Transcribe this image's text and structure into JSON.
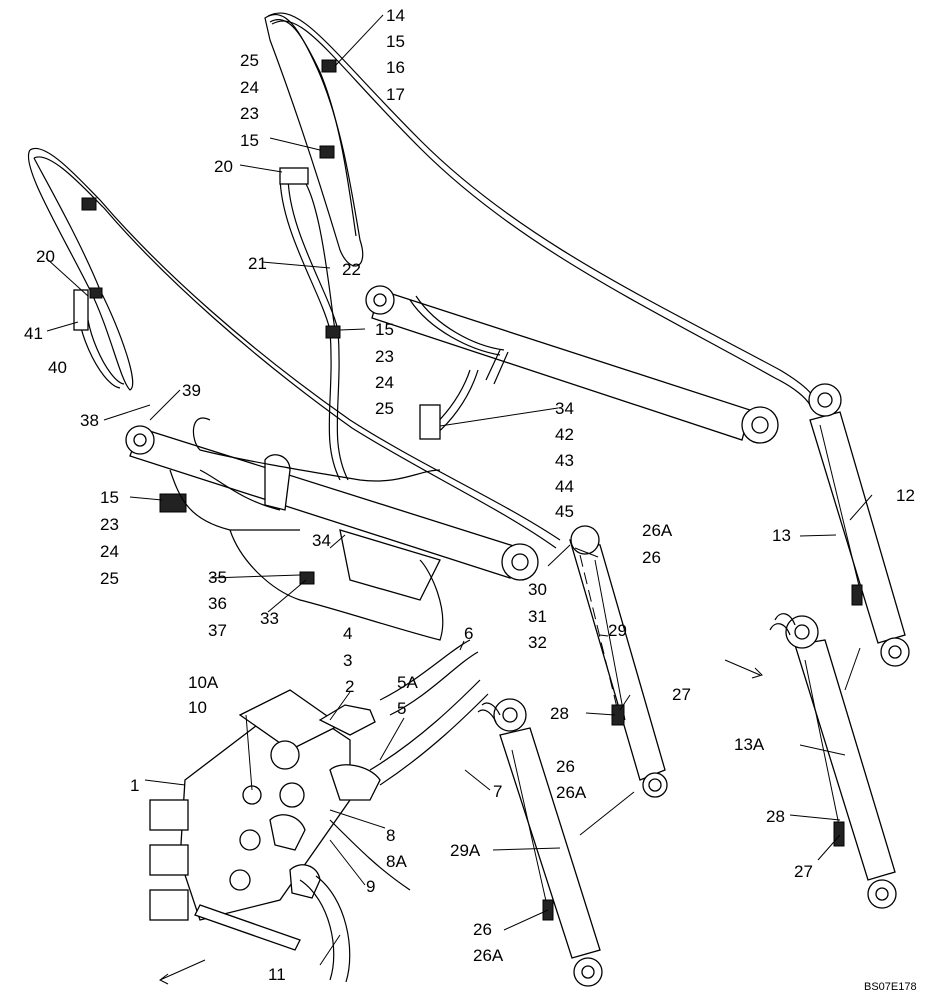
{
  "drawing_code": "BS07E178",
  "callouts": [
    "1",
    "2",
    "3",
    "4",
    "5",
    "5A",
    "6",
    "7",
    "8",
    "8A",
    "9",
    "10",
    "10A",
    "11",
    "12",
    "13",
    "13A",
    "14",
    "15",
    "16",
    "17",
    "20",
    "21",
    "22",
    "23",
    "24",
    "25",
    "26",
    "26A",
    "27",
    "28",
    "29",
    "29A",
    "30",
    "31",
    "32",
    "33",
    "34",
    "35",
    "36",
    "37",
    "38",
    "39",
    "40",
    "41",
    "42",
    "43",
    "44",
    "45"
  ],
  "labels": {
    "l14": "14",
    "l15a": "15",
    "l16": "16",
    "l17": "17",
    "l25a": "25",
    "l24a": "24",
    "l23a": "23",
    "l15b": "15",
    "l20a": "20",
    "l21": "21",
    "l22": "22",
    "l20b": "20",
    "l41": "41",
    "l40": "40",
    "l15c": "15",
    "l23b": "23",
    "l24b": "24",
    "l25b": "25",
    "l39": "39",
    "l38": "38",
    "l34a": "34",
    "l42": "42",
    "l43": "43",
    "l44": "44",
    "l45": "45",
    "l15d": "15",
    "l23c": "23",
    "l24c": "24",
    "l25c": "25",
    "l26A_a": "26A",
    "l26_a": "26",
    "l12": "12",
    "l13": "13",
    "l34b": "34",
    "l30": "30",
    "l31": "31",
    "l32": "32",
    "l35": "35",
    "l36": "36",
    "l37": "37",
    "l33": "33",
    "l4": "4",
    "l3": "3",
    "l6": "6",
    "l29": "29",
    "l10A": "10A",
    "l10": "10",
    "l2": "2",
    "l5A": "5A",
    "l5": "5",
    "l28a": "28",
    "l27a": "27",
    "l26_b": "26",
    "l26A_b": "26A",
    "l1": "1",
    "l7": "7",
    "l8": "8",
    "l8A": "8A",
    "l9": "9",
    "l29A": "29A",
    "l13A": "13A",
    "l28b": "28",
    "l27b": "27",
    "l26_c": "26",
    "l26A_c": "26A",
    "l11": "11"
  }
}
